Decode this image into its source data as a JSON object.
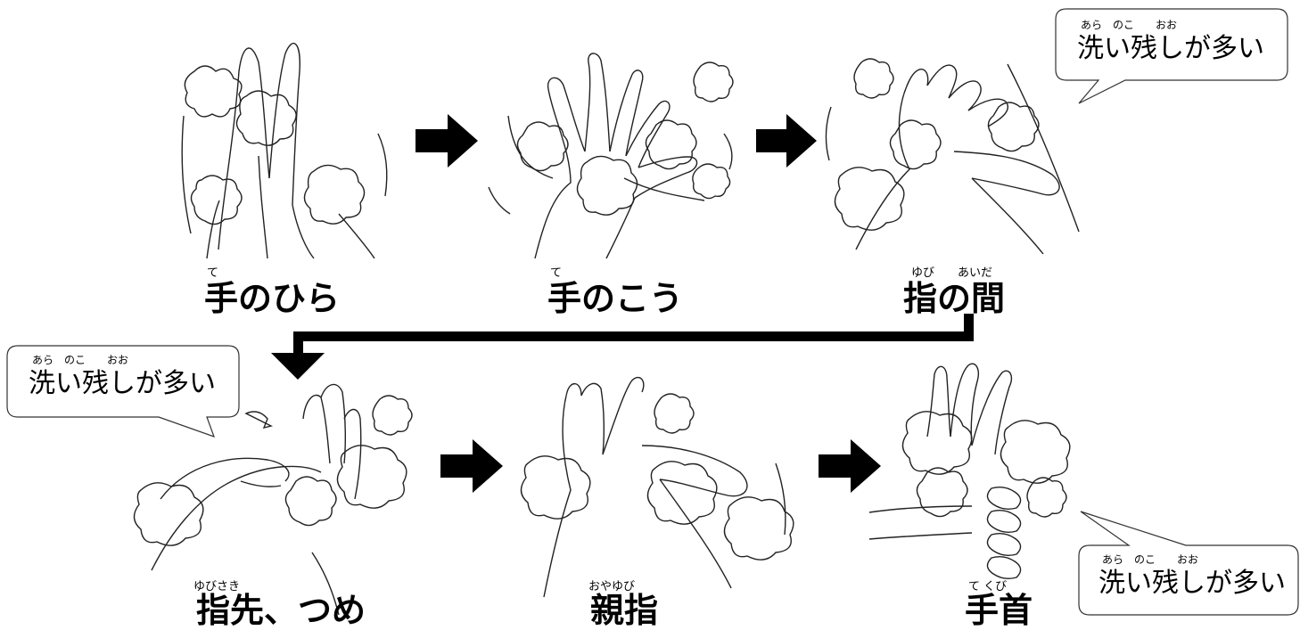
{
  "steps": [
    {
      "label": "手のひら",
      "ruby": "て"
    },
    {
      "label": "手のこう",
      "ruby": "て"
    },
    {
      "label": "指の間",
      "ruby": "ゆび　　あいだ"
    },
    {
      "label": "指先、つめ",
      "ruby": "ゆびさき"
    },
    {
      "label": "親指",
      "ruby": "おやゆび"
    },
    {
      "label": "手首",
      "ruby": "て くび"
    }
  ],
  "callout": {
    "text": "洗い残しが多い",
    "ruby": "あら　のこ　　おお"
  }
}
